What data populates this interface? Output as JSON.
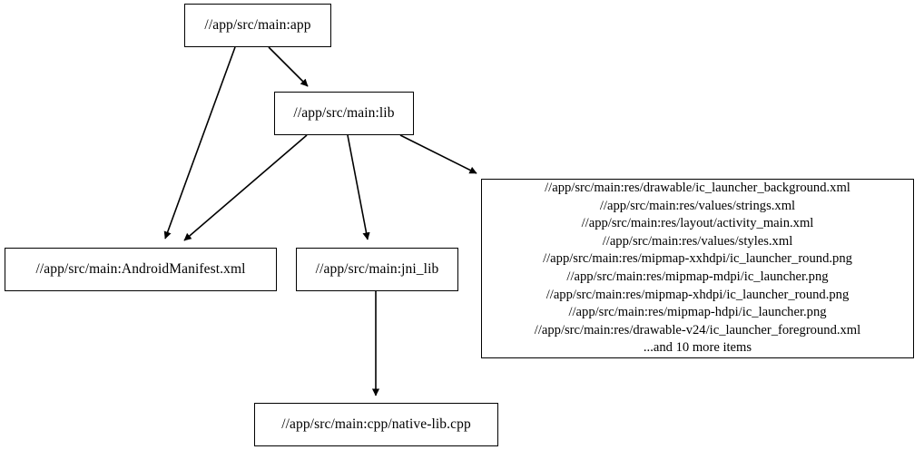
{
  "graph": {
    "type": "directed-dependency-graph",
    "background": "#ffffff",
    "node_border_color": "#000000",
    "edge_color": "#000000",
    "nodes": [
      {
        "id": "app",
        "label": "//app/src/main:app"
      },
      {
        "id": "lib",
        "label": "//app/src/main:lib"
      },
      {
        "id": "manifest",
        "label": "//app/src/main:AndroidManifest.xml"
      },
      {
        "id": "jni_lib",
        "label": "//app/src/main:jni_lib"
      },
      {
        "id": "res_group",
        "lines": [
          "//app/src/main:res/drawable/ic_launcher_background.xml",
          "//app/src/main:res/values/strings.xml",
          "//app/src/main:res/layout/activity_main.xml",
          "//app/src/main:res/values/styles.xml",
          "//app/src/main:res/mipmap-xxhdpi/ic_launcher_round.png",
          "//app/src/main:res/mipmap-mdpi/ic_launcher.png",
          "//app/src/main:res/mipmap-xhdpi/ic_launcher_round.png",
          "//app/src/main:res/mipmap-hdpi/ic_launcher.png",
          "//app/src/main:res/drawable-v24/ic_launcher_foreground.xml",
          "...and 10 more items"
        ]
      },
      {
        "id": "native_lib",
        "label": "//app/src/main:cpp/native-lib.cpp"
      }
    ],
    "edges": [
      {
        "from": "app",
        "to": "lib"
      },
      {
        "from": "app",
        "to": "manifest"
      },
      {
        "from": "lib",
        "to": "manifest"
      },
      {
        "from": "lib",
        "to": "jni_lib"
      },
      {
        "from": "lib",
        "to": "res_group"
      },
      {
        "from": "jni_lib",
        "to": "native_lib"
      }
    ]
  }
}
